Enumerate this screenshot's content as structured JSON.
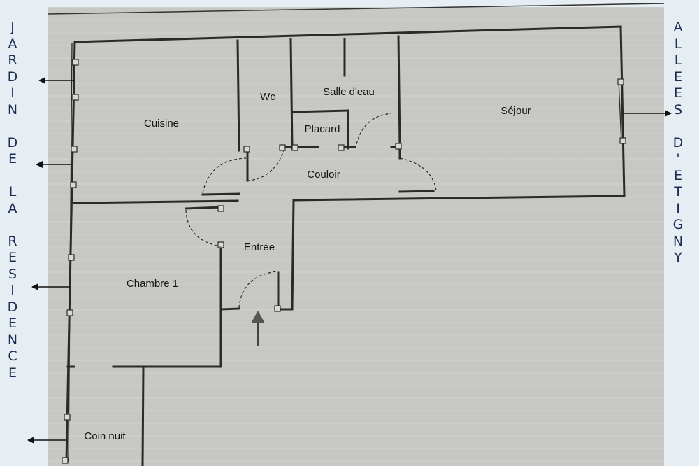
{
  "left_side_text": [
    "J",
    "A",
    "R",
    "D",
    "I",
    "N",
    "",
    "D",
    "E",
    "",
    "L",
    "A",
    "",
    "R",
    "E",
    "S",
    "I",
    "D",
    "E",
    "N",
    "C",
    "E"
  ],
  "right_side_text": [
    "A",
    "L",
    "L",
    "E",
    "E",
    "S",
    "",
    "D",
    "'",
    "E",
    "T",
    "I",
    "G",
    "N",
    "Y"
  ],
  "rooms": {
    "cuisine": "Cuisine",
    "wc": "Wc",
    "salle_deau": "Salle d'eau",
    "placard": "Placard",
    "sejour": "Séjour",
    "couloir": "Couloir",
    "entree": "Entrée",
    "chambre1": "Chambre 1",
    "coin_nuit": "Coin nuit"
  },
  "colors": {
    "wall": "#2a2a2a",
    "paper": "#c7c7c4",
    "side_text": "#1d2c55"
  },
  "icons": [
    "left-arrow-icon",
    "right-arrow-icon",
    "entrance-arrow-icon"
  ]
}
